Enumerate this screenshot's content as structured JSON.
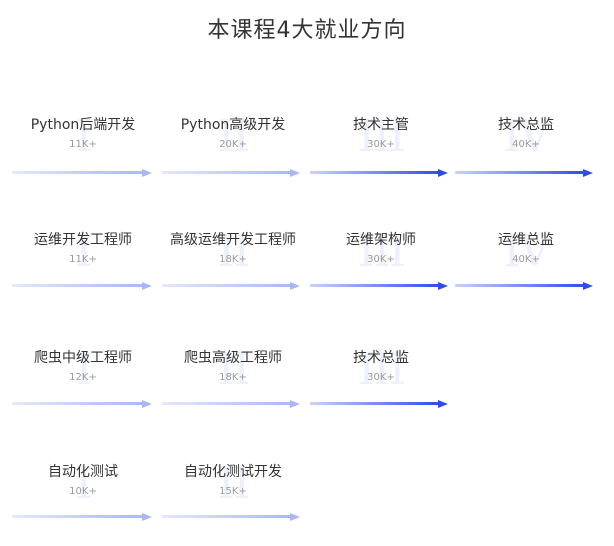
{
  "title": "本课程4大就业方向",
  "colors": {
    "arrow_light": "#c9d2fb",
    "arrow_mid": "#a9b7fa",
    "arrow_strong": "#2f4bf0",
    "numeral": "#eef1fb",
    "text": "#333333",
    "salary": "#9a9a9a"
  },
  "directions": [
    {
      "stages": [
        {
          "numeral": "I",
          "title": "Python后端开发",
          "salary": "11K+",
          "level": "light"
        },
        {
          "numeral": "II",
          "title": "Python高级开发",
          "salary": "20K+",
          "level": "light"
        },
        {
          "numeral": "III",
          "title": "技术主管",
          "salary": "30K+",
          "level": "strong"
        },
        {
          "numeral": "IV",
          "title": "技术总监",
          "salary": "40K+",
          "level": "strong"
        }
      ]
    },
    {
      "stages": [
        {
          "numeral": "I",
          "title": "运维开发工程师",
          "salary": "11K+",
          "level": "light"
        },
        {
          "numeral": "II",
          "title": "高级运维开发工程师",
          "salary": "18K+",
          "level": "light"
        },
        {
          "numeral": "III",
          "title": "运维架构师",
          "salary": "30K+",
          "level": "strong"
        },
        {
          "numeral": "IV",
          "title": "运维总监",
          "salary": "40K+",
          "level": "strong"
        }
      ]
    },
    {
      "stages": [
        {
          "numeral": "I",
          "title": "爬虫中级工程师",
          "salary": "12K+",
          "level": "light"
        },
        {
          "numeral": "II",
          "title": "爬虫高级工程师",
          "salary": "18K+",
          "level": "light"
        },
        {
          "numeral": "III",
          "title": "技术总监",
          "salary": "30K+",
          "level": "strong"
        }
      ]
    },
    {
      "stages": [
        {
          "numeral": "I",
          "title": "自动化测试",
          "salary": "10K+",
          "level": "light"
        },
        {
          "numeral": "II",
          "title": "自动化测试开发",
          "salary": "15K+",
          "level": "light"
        }
      ]
    }
  ]
}
